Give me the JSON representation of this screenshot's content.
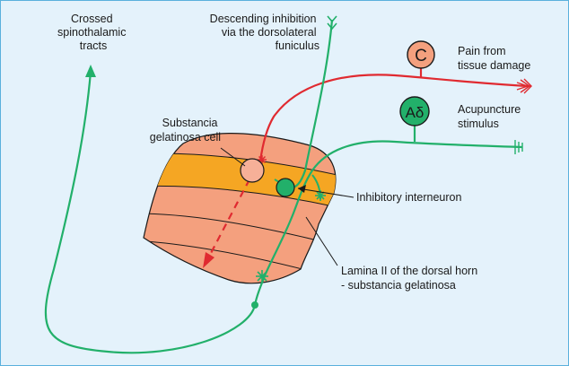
{
  "colors": {
    "background": "#e4f2fb",
    "border": "#5ab0dc",
    "pain_fiber": "#e02a30",
    "acupuncture_fiber": "#22b06a",
    "tissue": "#f4a07e",
    "lamina_ii": "#f5a623",
    "outline": "#1a1a1a"
  },
  "labels": {
    "crossed_tracts": [
      "Crossed",
      "spinothalamic",
      "tracts"
    ],
    "descending": [
      "Descending inhibition",
      "via the dorsolateral",
      "funiculus"
    ],
    "pain": [
      "Pain from",
      "tissue damage"
    ],
    "acupuncture": [
      "Acupuncture",
      "stimulus"
    ],
    "sg_cell": [
      "Substancia",
      "gelatinosa cell"
    ],
    "interneuron": "Inhibitory interneuron",
    "lamina": [
      "Lamina II of the dorsal horn",
      "- substancia gelatinosa"
    ]
  },
  "symbols": {
    "c_fiber": "C",
    "a_delta_fiber": "Aδ"
  }
}
